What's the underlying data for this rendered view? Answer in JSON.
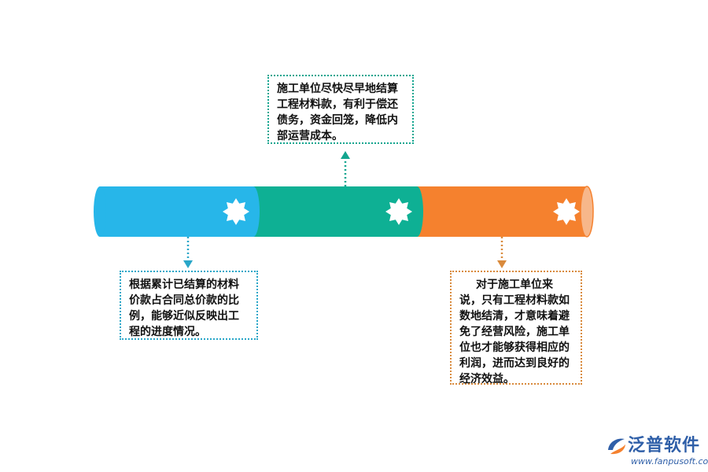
{
  "colors": {
    "segment_blue": "#27b6e9",
    "segment_green": "#0eb094",
    "segment_orange": "#f5812e",
    "end_cap": "#f7b78a",
    "connector_blue": "#29a6c8",
    "connector_green": "#13a58f",
    "connector_orange": "#d98a3c",
    "brand_blue": "#2f5fa8"
  },
  "notes": {
    "top": "施工单位尽快尽早地结算工程材料款，有利于偿还债务，资金回笼，降低内部运营成本。",
    "left": "根据累计已结算的材料价款占合同总价款的比例，能够近似反映出工程的进度情况。",
    "right": "对于施工单位来说，只有工程材料款如数地结清，才意味着避免了经营风险，施工单位也才能够获得相应的利润，进而达到良好的经济效益。"
  },
  "brand": {
    "name": "泛普软件",
    "url": "www.fanpusoft.com",
    "icon": "fanpu-logo-icon"
  },
  "icons": {
    "segment_marker": "star-badge-icon"
  }
}
